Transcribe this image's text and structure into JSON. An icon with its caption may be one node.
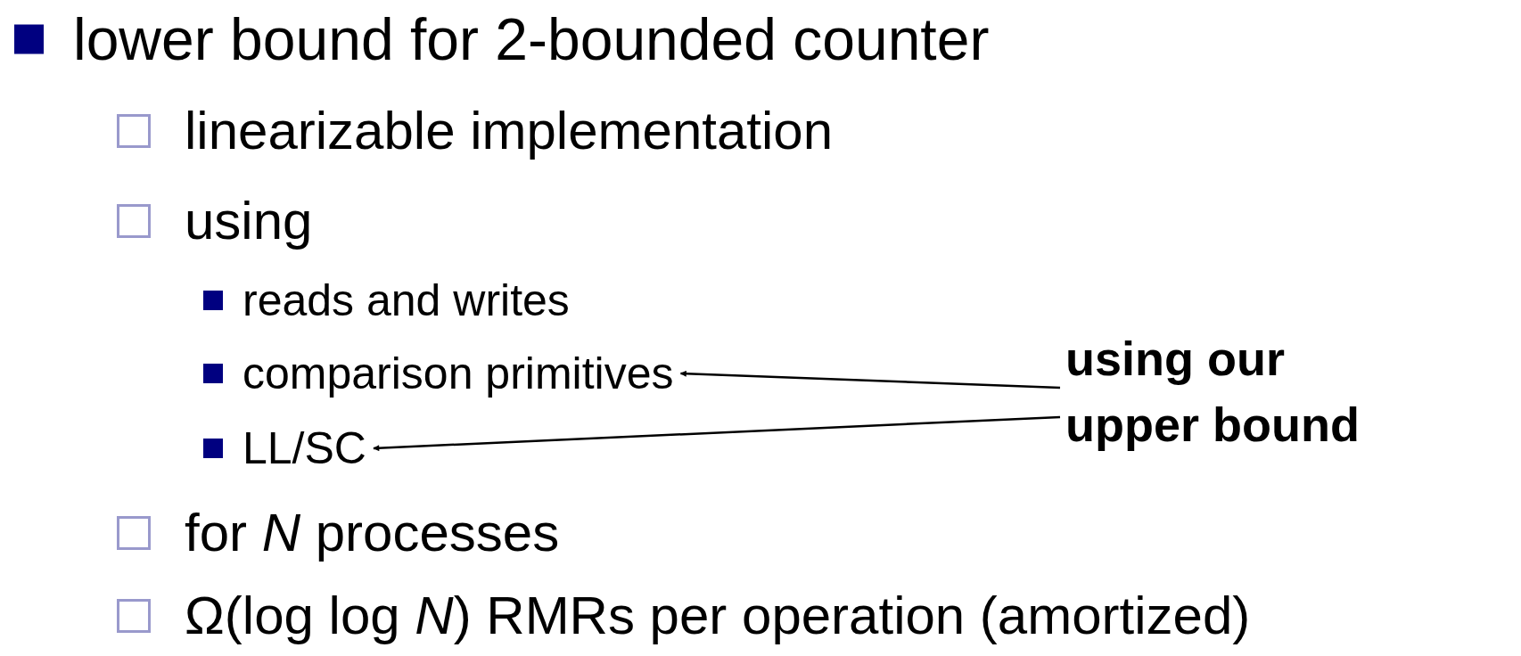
{
  "diagram": {
    "title": "lower bound for 2-bounded counter",
    "nodes": [
      {
        "text": [
          "comparison primitives"
        ]
      },
      {
        "text": [
          "LL/SC"
        ]
      },
      {
        "text": [
          "using our upper bound"
        ]
      }
    ],
    "edges": [
      {
        "from": 2,
        "to": 0,
        "arrow": "to"
      },
      {
        "from": 2,
        "to": 1,
        "arrow": "to"
      }
    ],
    "labels": [
      "linearizable implementation",
      "using",
      "reads and writes",
      "for *N* processes",
      "Ω(log log *N*) RMRs per operation (amortized)"
    ]
  }
}
